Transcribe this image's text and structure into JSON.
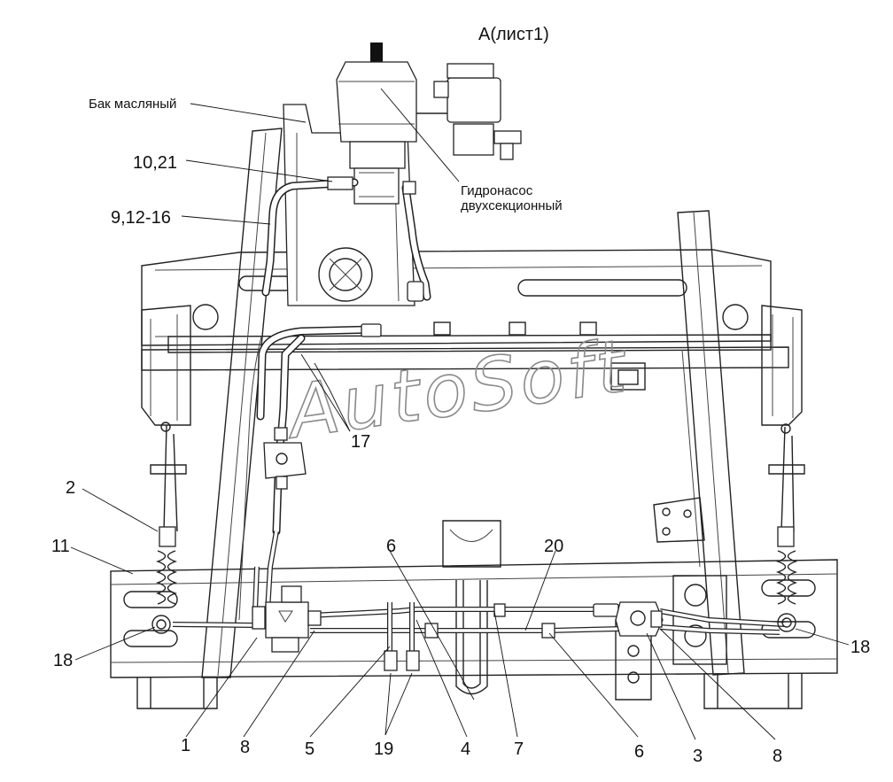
{
  "title": "А(лист1)",
  "captions": {
    "oil_tank": "Бак масляный",
    "pump_line1": "Гидронасос",
    "pump_line2": "двухсекционный"
  },
  "callouts": {
    "c_10_21": "10,21",
    "c_9_12_16": "9,12-16",
    "c_17": "17",
    "c_2": "2",
    "c_11": "11",
    "c_18_left": "18",
    "c_18_right": "18",
    "c_6_top": "6",
    "c_20": "20",
    "c_1": "1",
    "c_8_left": "8",
    "c_5": "5",
    "c_19": "19",
    "c_4": "4",
    "c_7": "7",
    "c_6_bottom": "6",
    "c_3": "3",
    "c_8_right": "8"
  },
  "watermark": "AutoSoft"
}
